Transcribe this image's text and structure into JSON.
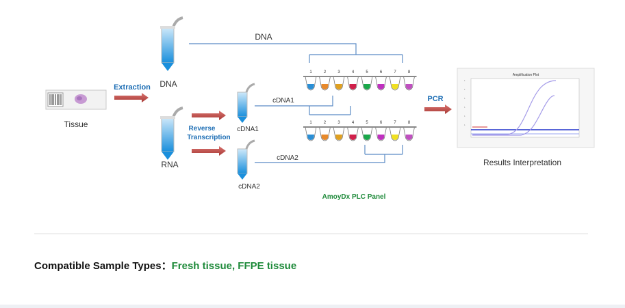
{
  "diagram": {
    "tissue_label": "Tissue",
    "extraction_label": "Extraction",
    "dna_label": "DNA",
    "rna_label": "RNA",
    "reverse_transcription_label_1": "Reverse",
    "reverse_transcription_label_2": "Transcription",
    "cdna1_label": "cDNA1",
    "cdna2_label": "cDNA2",
    "dna_line_label": "DNA",
    "cdna1_line_label": "cDNA1",
    "cdna2_line_label": "cDNA2",
    "pcr_label": "PCR",
    "panel_label": "AmoyDx PLC Panel",
    "plot_title": "Amplification Plot",
    "results_label": "Results Interpretation",
    "strip_numbers": [
      "1",
      "2",
      "3",
      "4",
      "5",
      "6",
      "7",
      "8"
    ],
    "strip_colors": [
      "#2a8fd6",
      "#e8892a",
      "#e0a020",
      "#d0204a",
      "#1aa84a",
      "#c030c0",
      "#f0e020",
      "#c050c0"
    ],
    "accent_colors": {
      "arrow": "#c0504d",
      "line": "#5b8bc5",
      "blue_text": "#1f6fb5",
      "green_text": "#1e8a3a"
    }
  },
  "footer": {
    "label": "Compatible Sample Types：",
    "value": "Fresh tissue, FFPE tissue"
  }
}
